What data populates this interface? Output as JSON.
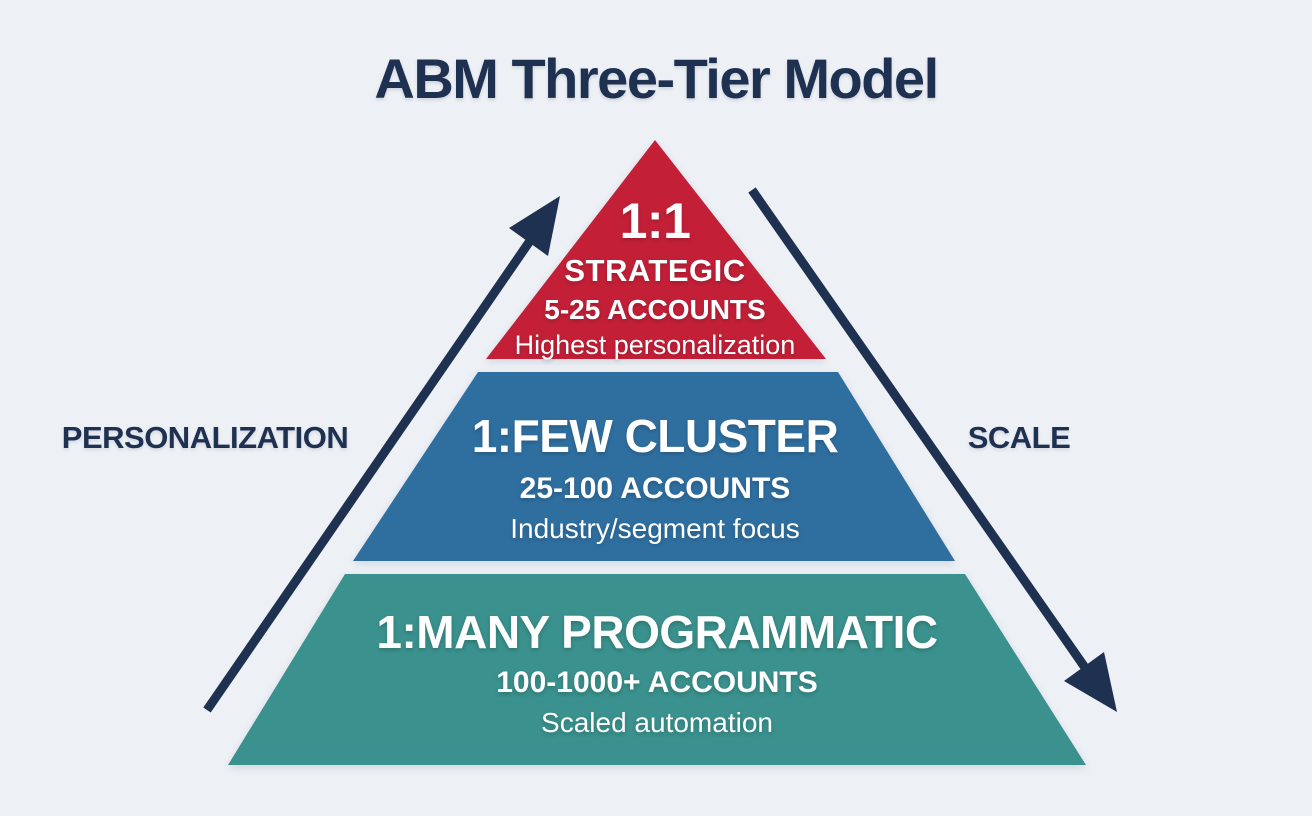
{
  "title": "ABM Three-Tier Model",
  "axes": {
    "left_label": "PERSONALIZATION",
    "right_label": "SCALE"
  },
  "pyramid": {
    "tiers": [
      {
        "heading": "1:1",
        "subheading": "STRATEGIC",
        "accounts": "5-25 ACCOUNTS",
        "description": "Highest personalization",
        "color": "#C32038"
      },
      {
        "heading": "1:FEW CLUSTER",
        "accounts": "25-100 ACCOUNTS",
        "description": "Industry/segment focus",
        "color": "#2F6FA0"
      },
      {
        "heading": "1:MANY PROGRAMMATIC",
        "accounts": "100-1000+ ACCOUNTS",
        "description": "Scaled automation",
        "color": "#3A918D"
      }
    ]
  },
  "colors": {
    "background": "#EDF0F5",
    "text_navy": "#1E3151",
    "arrow": "#1E3151",
    "tier_text": "#FFFFFF"
  }
}
